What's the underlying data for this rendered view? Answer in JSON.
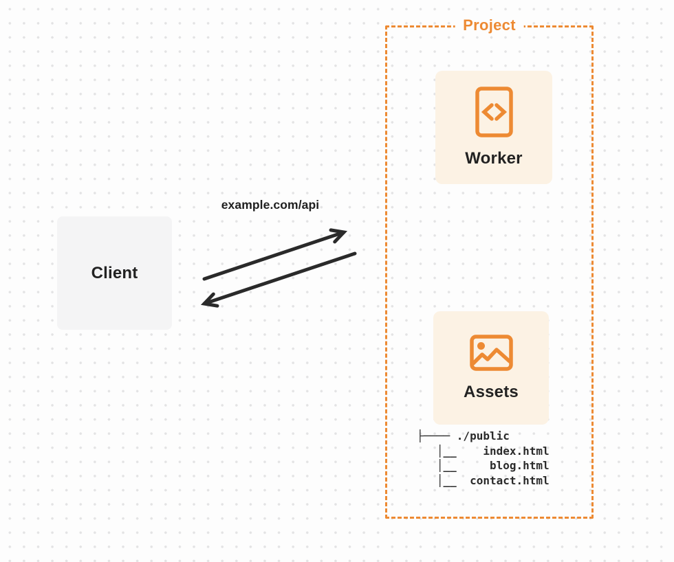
{
  "diagram": {
    "client": {
      "label": "Client"
    },
    "request": {
      "label": "example.com/api"
    },
    "project": {
      "label": "Project",
      "nodes": [
        {
          "label": "Worker",
          "icon": "code-document-icon"
        },
        {
          "label": "Assets",
          "icon": "image-icon"
        }
      ],
      "file_tree": "├──── ./public\n   │__    index.html\n   │__     blog.html\n   │__  contact.html"
    },
    "colors": {
      "accent_orange": "#ED8A33",
      "card_background": "#FCF2E4",
      "client_background": "#F4F4F5",
      "arrow": "#2A2A2A",
      "text": "#222222",
      "page_background": "#FDFDFD",
      "dot_grid": "#E3E3E4"
    }
  }
}
